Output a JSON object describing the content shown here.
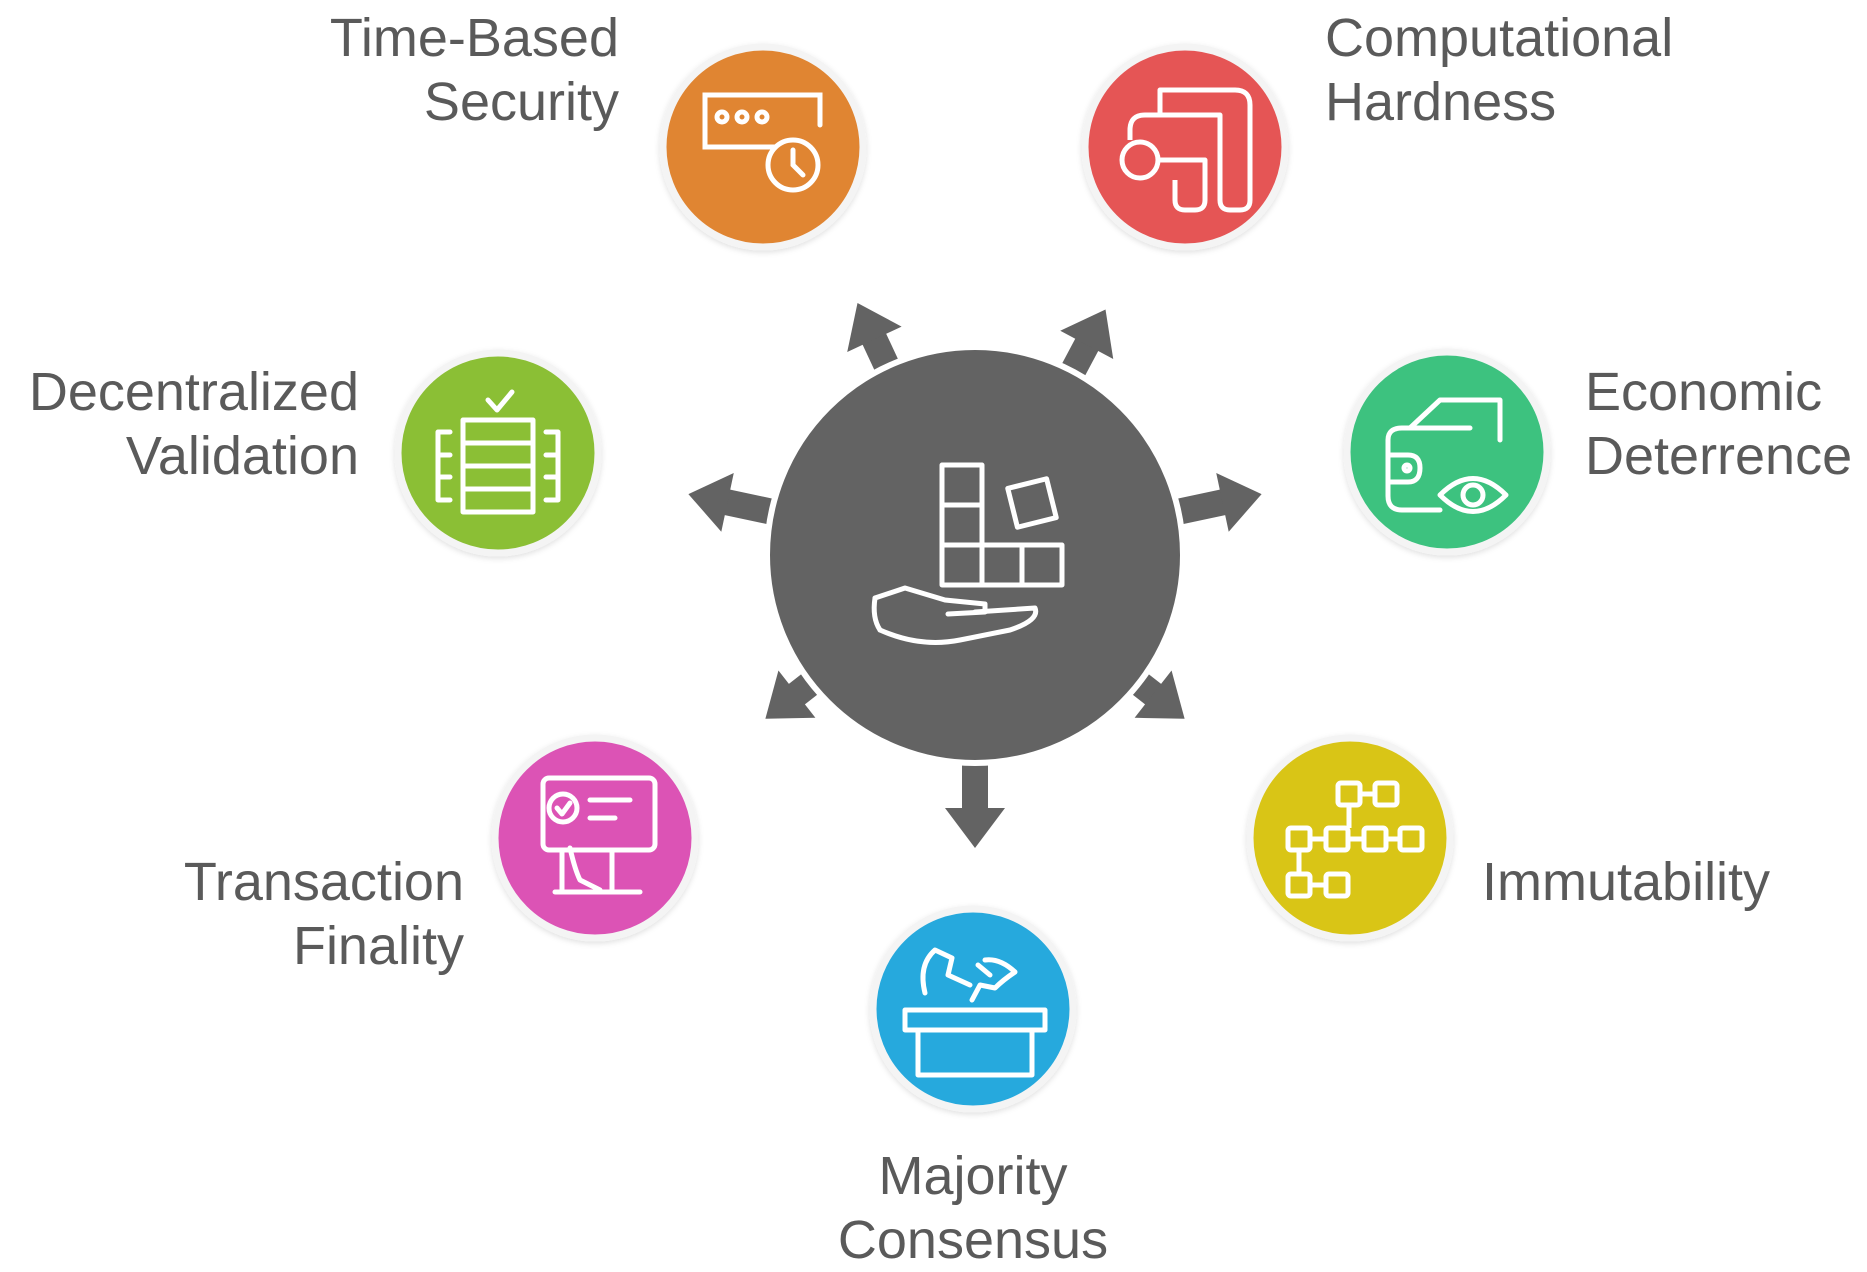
{
  "hub": {
    "icon": "hand-with-blocks-icon",
    "color": "#636363"
  },
  "nodes": [
    {
      "id": "time-based-security",
      "lines": [
        "Time-Based",
        "Security"
      ],
      "color": "#e08532",
      "icon": "password-clock-icon"
    },
    {
      "id": "computational-hardness",
      "lines": [
        "Computational",
        "Hardness"
      ],
      "color": "#e55555",
      "icon": "branching-pipes-icon"
    },
    {
      "id": "decentralized-validation",
      "lines": [
        "Decentralized",
        "Validation"
      ],
      "color": "#8bbf34",
      "icon": "server-check-icon"
    },
    {
      "id": "economic-deterrence",
      "lines": [
        "Economic",
        "Deterrence"
      ],
      "color": "#3cc27f",
      "icon": "wallet-eye-icon"
    },
    {
      "id": "transaction-finality",
      "lines": [
        "Transaction",
        "Finality"
      ],
      "color": "#dc52b5",
      "icon": "terminal-approval-icon"
    },
    {
      "id": "immutability",
      "lines": [
        "Immutability"
      ],
      "color": "#d9c518",
      "icon": "linked-blocks-icon"
    },
    {
      "id": "majority-consensus",
      "lines": [
        "Majority",
        "Consensus"
      ],
      "color": "#27a9dd",
      "icon": "ballot-box-icon"
    }
  ]
}
